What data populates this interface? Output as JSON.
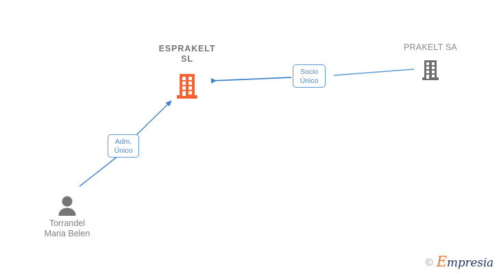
{
  "diagram": {
    "background": "#ffffff",
    "accent_orange": "#f96332",
    "accent_gray": "#6e6e6e",
    "accent_blue": "#4a86c8",
    "nodes": [
      {
        "id": "esprakelt",
        "label": "ESPRAKELT\nSL",
        "icon": "building-icon",
        "icon_color": "#f96332",
        "type": "company"
      },
      {
        "id": "prakelt",
        "label": "PRAKELT SA",
        "icon": "building-icon",
        "icon_color": "#6e6e6e",
        "type": "company"
      },
      {
        "id": "torrandel",
        "label": "Torrandel\nMaria Belen",
        "icon": "person-icon",
        "icon_color": "#757575",
        "type": "person"
      }
    ],
    "relations": [
      {
        "id": "socio-unico",
        "label": "Socio\nÚnico",
        "from": "prakelt",
        "to": "esprakelt"
      },
      {
        "id": "adm-unico",
        "label": "Adm.\nÚnico",
        "from": "torrandel",
        "to": "esprakelt"
      }
    ]
  },
  "watermark": {
    "copyright": "©",
    "brand_initial": "E",
    "brand_rest": "mpresia"
  }
}
